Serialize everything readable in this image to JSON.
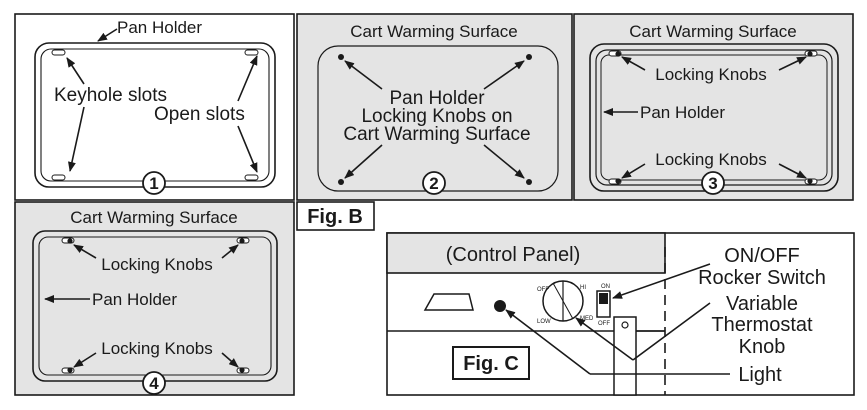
{
  "panels": {
    "p1": {
      "pan_holder": "Pan Holder",
      "keyhole": "Keyhole slots",
      "open": "Open slots",
      "num": "1"
    },
    "p2": {
      "title": "Cart Warming Surface",
      "line1": "Pan Holder",
      "line2": "Locking Knobs on",
      "line3": "Cart Warming Surface",
      "num": "2"
    },
    "p3": {
      "title": "Cart Warming Surface",
      "knobs_top": "Locking Knobs",
      "pan_holder": "Pan Holder",
      "knobs_bottom": "Locking Knobs",
      "num": "3"
    },
    "p4": {
      "title": "Cart Warming Surface",
      "knobs_top": "Locking Knobs",
      "pan_holder": "Pan Holder",
      "knobs_bottom": "Locking Knobs",
      "num": "4"
    }
  },
  "fig_b": "Fig. B",
  "control": {
    "title": "(Control Panel)",
    "fig_c": "Fig. C",
    "on_off_1": "ON/OFF",
    "on_off_2": "Rocker Switch",
    "var_1": "Variable",
    "var_2": "Thermostat",
    "var_3": "Knob",
    "light": "Light",
    "dial_off": "OFF",
    "dial_lo": "LOW",
    "dial_hi": "HI",
    "dial_med": "MED",
    "sw_on": "ON",
    "sw_off": "OFF"
  },
  "colors": {
    "panel_gray": "#e4e4e4",
    "line": "#1a1a1a"
  }
}
